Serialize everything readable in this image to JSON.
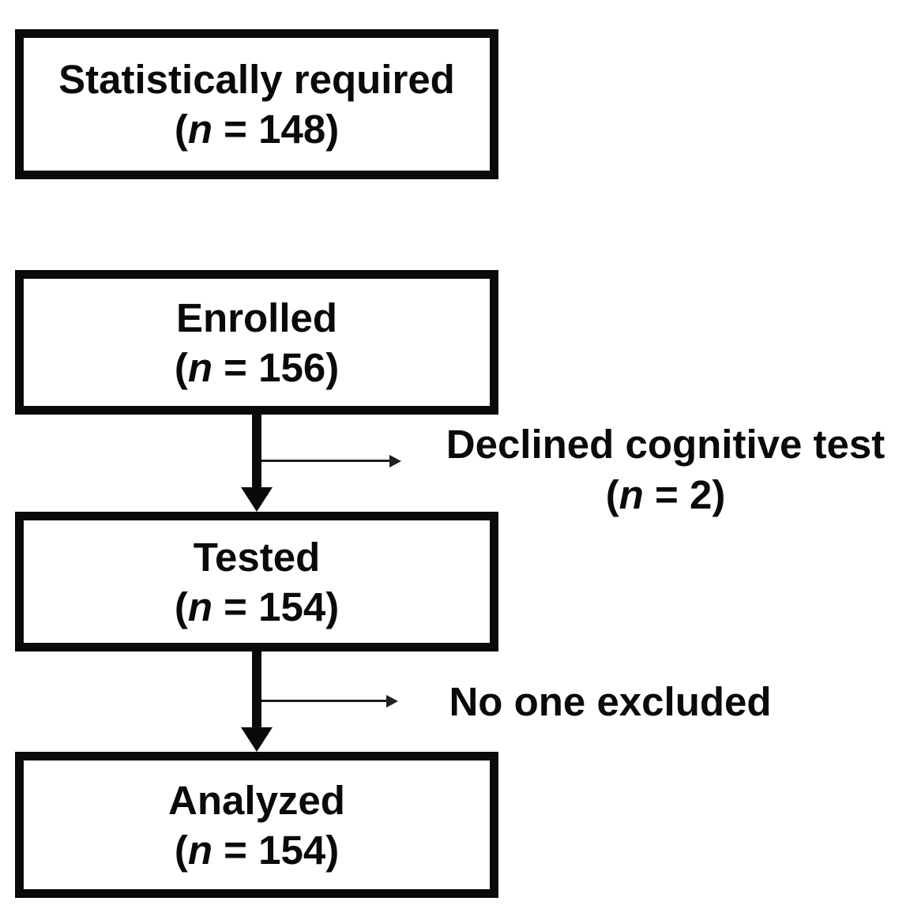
{
  "diagram": {
    "boxes": [
      {
        "label": "Statistically required",
        "open_paren": "(",
        "n_var": "n",
        "equals": " = ",
        "n_value": "148",
        "close_paren": ")"
      },
      {
        "label": "Enrolled",
        "open_paren": "(",
        "n_var": "n",
        "equals": " = ",
        "n_value": "156",
        "close_paren": ")"
      },
      {
        "label": "Tested",
        "open_paren": "(",
        "n_var": "n",
        "equals": " = ",
        "n_value": "154",
        "close_paren": ")"
      },
      {
        "label": "Analyzed",
        "open_paren": "(",
        "n_var": "n",
        "equals": " = ",
        "n_value": "154",
        "close_paren": ")"
      }
    ],
    "notes": [
      {
        "line1": "Declined cognitive test",
        "open_paren": "(",
        "n_var": "n",
        "equals": " = ",
        "n_value": "2",
        "close_paren": ")"
      },
      {
        "line1": "No one excluded"
      }
    ]
  },
  "colors": {
    "ink": "#0a0a0a",
    "thin": "#1f1f1f",
    "bg": "#ffffff"
  }
}
